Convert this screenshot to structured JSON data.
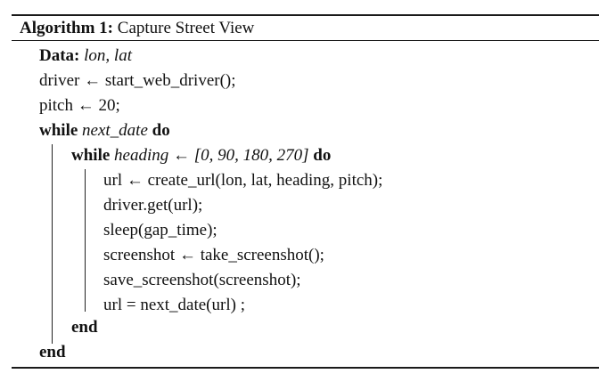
{
  "algorithm": {
    "label": "Algorithm 1:",
    "title": "Capture Street View"
  },
  "lines": {
    "data_kw": "Data:",
    "data_vars": "lon, lat",
    "driver": "driver ← start_web_driver();",
    "pitch": "pitch ← 20;",
    "while_kw": "while",
    "while_cond": "next_date",
    "do_kw": "do",
    "inner_while_kw": "while",
    "inner_while_cond": "heading ← [0, 90, 180, 270]",
    "inner_do_kw": "do",
    "url_create": "url ← create_url(lon, lat, heading, pitch);",
    "driver_get": "driver.get(url);",
    "sleep": "sleep(gap_time);",
    "screenshot": "screenshot ← take_screenshot();",
    "save": "save_screenshot(screenshot);",
    "url_next": "url = next_date(url) ;",
    "inner_end": "end",
    "outer_end": "end"
  }
}
